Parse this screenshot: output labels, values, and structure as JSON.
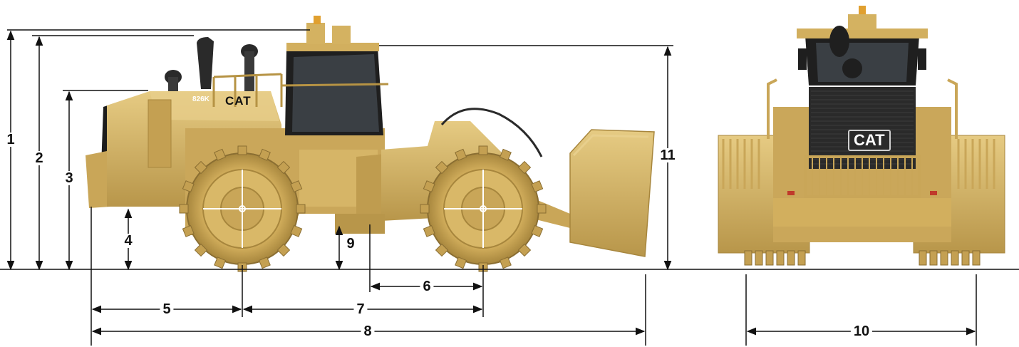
{
  "colors": {
    "body": "#d4b261",
    "body_light": "#e3c984",
    "body_dark": "#a7863d",
    "shadow": "#6e5a2c",
    "black_panel": "#1c1c1c",
    "glass": "#3a3f44",
    "line": "#111111",
    "background": "#ffffff"
  },
  "machine": {
    "badge_text": "CAT",
    "model_text": "826K",
    "front_badge_text": "CAT"
  },
  "dimensions": [
    {
      "id": "1",
      "label": "1"
    },
    {
      "id": "2",
      "label": "2"
    },
    {
      "id": "3",
      "label": "3"
    },
    {
      "id": "4",
      "label": "4"
    },
    {
      "id": "5",
      "label": "5"
    },
    {
      "id": "6",
      "label": "6"
    },
    {
      "id": "7",
      "label": "7"
    },
    {
      "id": "8",
      "label": "8"
    },
    {
      "id": "9",
      "label": "9"
    },
    {
      "id": "10",
      "label": "10"
    },
    {
      "id": "11",
      "label": "11"
    }
  ]
}
